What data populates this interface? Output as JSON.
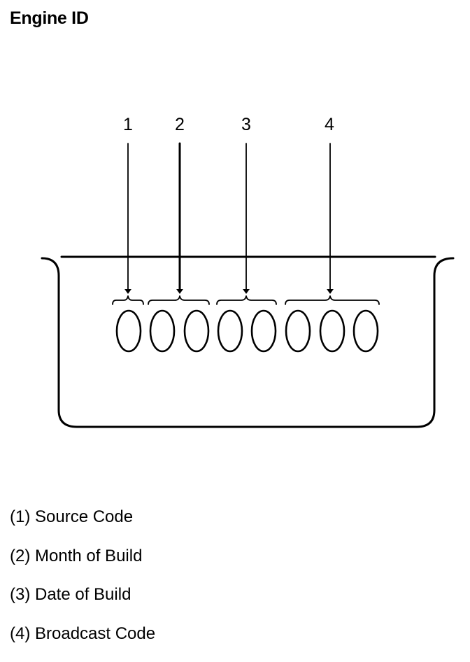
{
  "title": "Engine ID",
  "callouts": [
    "1",
    "2",
    "3",
    "4"
  ],
  "legend": [
    "(1) Source Code",
    "(2) Month of Build",
    "(3) Date of Build",
    "(4) Broadcast Code"
  ]
}
